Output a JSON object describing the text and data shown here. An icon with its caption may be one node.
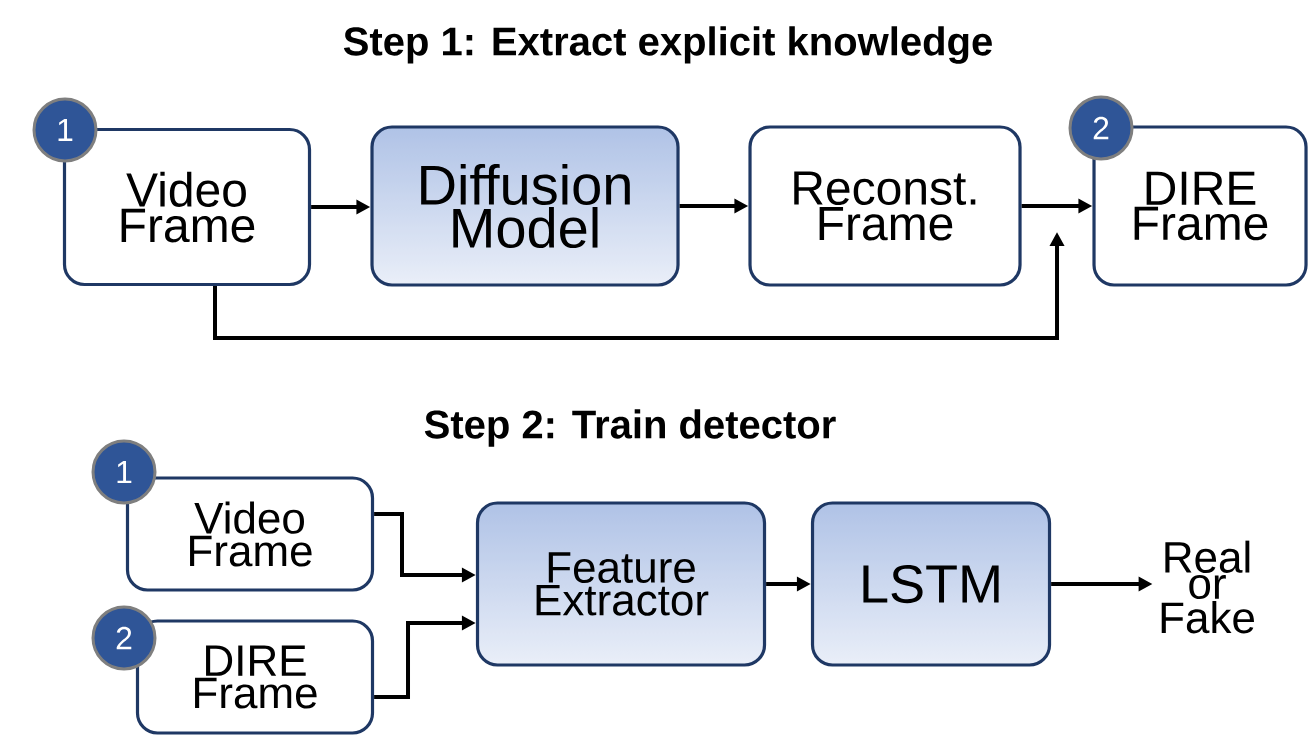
{
  "diagram": {
    "nodes": [
      {
        "text": [
          "Video Frame"
        ]
      },
      {
        "text": [
          "1"
        ]
      },
      {
        "text": [
          "Diffusion Model"
        ]
      },
      {
        "text": [
          "Reconst. Frame"
        ]
      },
      {
        "text": [
          "DIRE Frame"
        ]
      },
      {
        "text": [
          "2"
        ]
      },
      {
        "text": [
          "Video Frame"
        ]
      },
      {
        "text": [
          "1"
        ]
      },
      {
        "text": [
          "DIRE Frame"
        ]
      },
      {
        "text": [
          "2"
        ]
      },
      {
        "text": [
          "Feature Extractor"
        ]
      },
      {
        "text": [
          "LSTM"
        ]
      },
      {
        "text": [
          "Real or Fake"
        ]
      }
    ],
    "edges": [
      {
        "from": 0,
        "to": 2,
        "arrow": "to"
      },
      {
        "from": 2,
        "to": 3,
        "arrow": "to"
      },
      {
        "from": 3,
        "to": 4,
        "arrow": "to"
      },
      {
        "from": 0,
        "to": 4,
        "arrow": "to"
      },
      {
        "from": 6,
        "to": 10,
        "arrow": "to"
      },
      {
        "from": 8,
        "to": 10,
        "arrow": "to"
      },
      {
        "from": 10,
        "to": 11,
        "arrow": "to"
      },
      {
        "from": 11,
        "to": 12,
        "arrow": "to"
      }
    ],
    "labels": [
      "Step 1: Extract explicit knowledge",
      "Step 2: Train detector"
    ]
  }
}
